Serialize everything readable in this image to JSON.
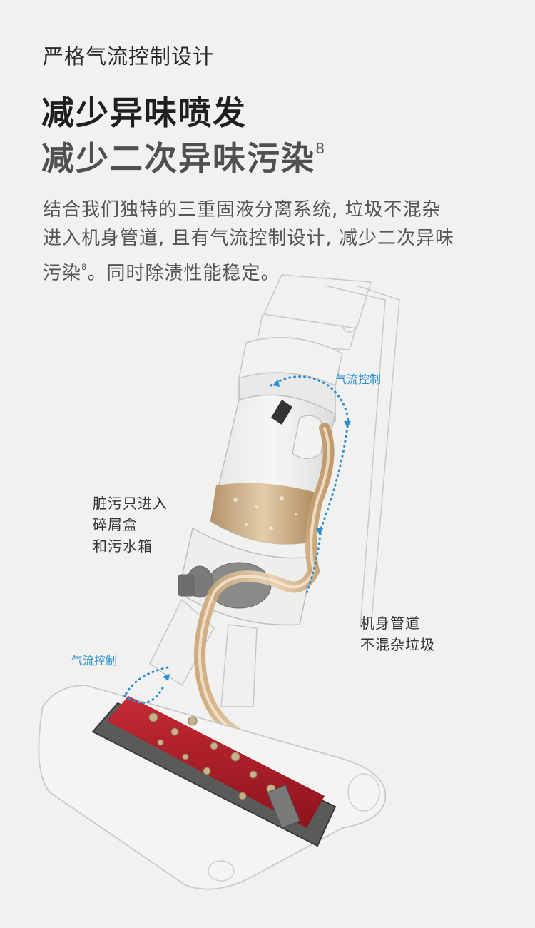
{
  "eyebrow": "严格气流控制设计",
  "headline": {
    "line1": "减少异味喷发",
    "line2": "减少二次异味污染",
    "line2_sup": "8"
  },
  "body": {
    "line1": "结合我们独特的三重固液分离系统, 垃圾不混杂",
    "line2": "进入机身管道, 且有气流控制设计, 减少二次异味",
    "line3_pre": "污染",
    "line3_sup": "8",
    "line3_post": "。同时除渍性能稳定。"
  },
  "labels": {
    "dirt_in": [
      "脏污只进入",
      "碎屑盒",
      "和污水箱"
    ],
    "pipe": [
      "机身管道",
      "不混杂垃圾"
    ],
    "airflow_top": "气流控制",
    "airflow_bottom": "气流控制"
  },
  "colors": {
    "airflow": "#2d8fd0",
    "brush_roller": "#b8202c",
    "dirty_water": "#c9a57a"
  }
}
